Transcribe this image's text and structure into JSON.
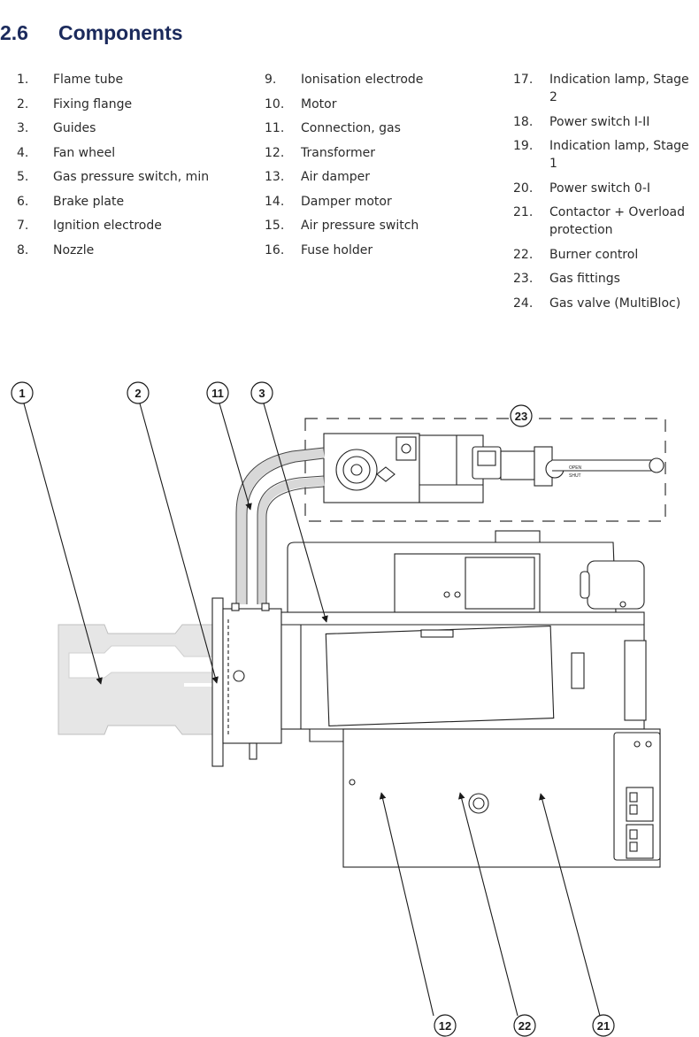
{
  "section": {
    "number": "2.6",
    "title": "Components"
  },
  "components": {
    "col1": [
      {
        "n": "1.",
        "label": "Flame tube"
      },
      {
        "n": "2.",
        "label": "Fixing flange"
      },
      {
        "n": "3.",
        "label": "Guides"
      },
      {
        "n": "4.",
        "label": "Fan wheel"
      },
      {
        "n": "5.",
        "label": "Gas pressure switch, min"
      },
      {
        "n": "6.",
        "label": "Brake plate"
      },
      {
        "n": "7.",
        "label": "Ignition electrode"
      },
      {
        "n": "8.",
        "label": "Nozzle"
      }
    ],
    "col2": [
      {
        "n": "9.",
        "label": "Ionisation electrode"
      },
      {
        "n": "10.",
        "label": "Motor"
      },
      {
        "n": "11.",
        "label": "Connection, gas"
      },
      {
        "n": "12.",
        "label": "Transformer"
      },
      {
        "n": "13.",
        "label": "Air damper"
      },
      {
        "n": "14.",
        "label": "Damper motor"
      },
      {
        "n": "15.",
        "label": "Air pressure switch"
      },
      {
        "n": "16.",
        "label": "Fuse holder"
      }
    ],
    "col3": [
      {
        "n": "17.",
        "label": "Indication lamp, Stage  2"
      },
      {
        "n": "18.",
        "label": "Power switch I-II"
      },
      {
        "n": "19.",
        "label": "Indication lamp, Stage 1"
      },
      {
        "n": "20.",
        "label": "Power switch 0-I"
      },
      {
        "n": "21.",
        "label": "Contactor + Overload protection"
      },
      {
        "n": "22.",
        "label": "Burner control"
      },
      {
        "n": "23.",
        "label": "Gas fittings"
      },
      {
        "n": "24.",
        "label": "Gas valve (MultiBloc)"
      }
    ]
  },
  "diagram": {
    "callouts": [
      "1",
      "2",
      "11",
      "3",
      "23",
      "12",
      "22",
      "21"
    ],
    "valve_label_1": "OPEN",
    "valve_label_2": "SHUT"
  },
  "colors": {
    "heading": "#1b2a5c",
    "text": "#2b2b2b",
    "line": "#1a1a1a",
    "hatch": "#dcdcdc"
  }
}
